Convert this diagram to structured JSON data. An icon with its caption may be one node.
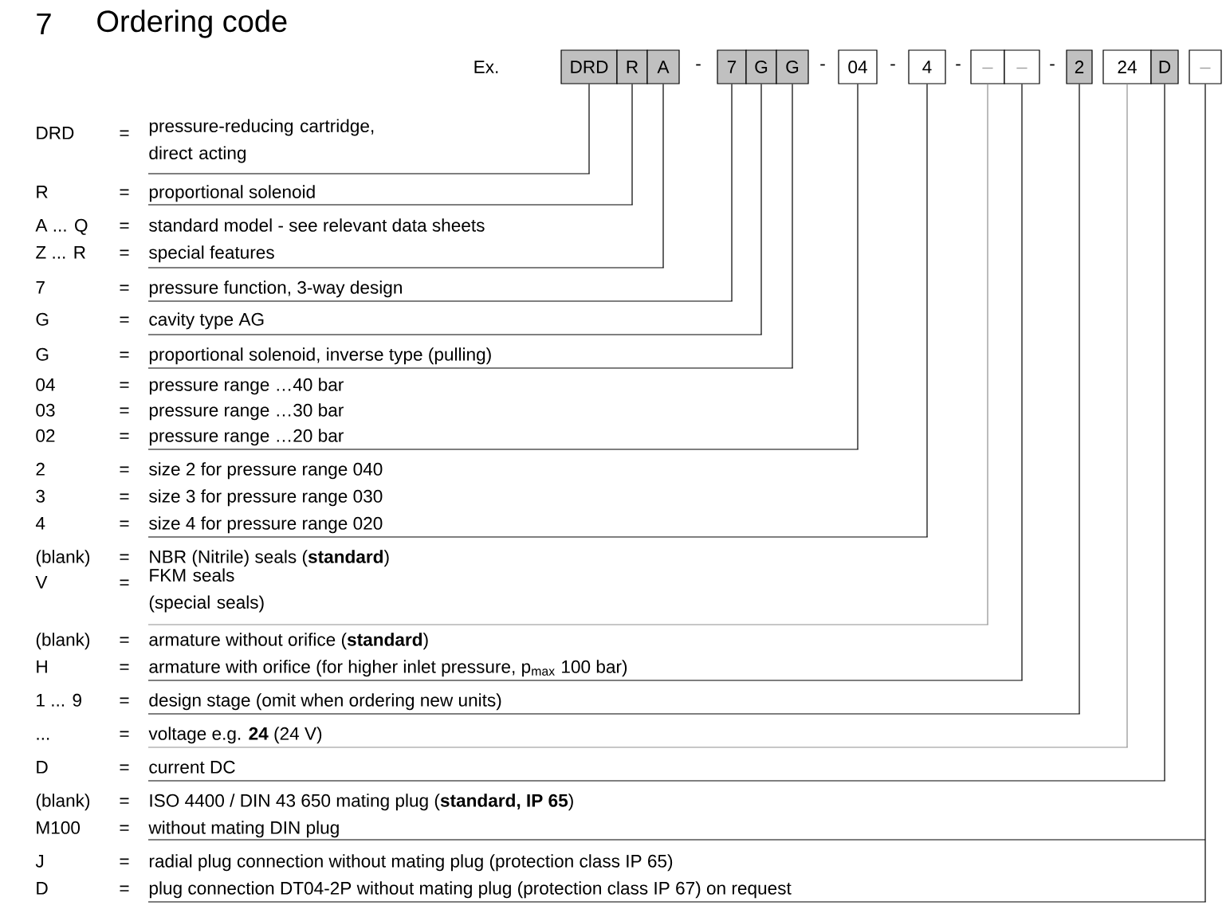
{
  "diagram": {
    "title": "Ordering code",
    "nodes": [
      {
        "text": [
          "DRD"
        ]
      },
      {
        "text": [
          "R"
        ]
      },
      {
        "text": [
          "A"
        ]
      },
      {
        "text": [
          "7"
        ]
      },
      {
        "text": [
          "G"
        ]
      },
      {
        "text": [
          "G"
        ]
      },
      {
        "text": [
          "04"
        ]
      },
      {
        "text": [
          "4"
        ]
      },
      {
        "text": [
          "_"
        ]
      },
      {
        "text": [
          "_"
        ]
      },
      {
        "text": [
          "2"
        ]
      },
      {
        "text": [
          "24"
        ]
      },
      {
        "text": [
          "D"
        ]
      },
      {
        "text": [
          "_"
        ]
      },
      {
        "text": [
          "pressure-reducing cartridge, direct acting"
        ],
        "beside": [
          "DRD",
          "="
        ]
      },
      {
        "text": [
          "proportional solenoid"
        ],
        "beside": [
          "R",
          "="
        ]
      },
      {
        "text": [
          "standard model - see relevant data sheets",
          "special features"
        ],
        "beside": [
          "A ... Q",
          "=",
          "Z ... R",
          "="
        ]
      },
      {
        "text": [
          "pressure function, 3-way design"
        ],
        "beside": [
          "7",
          "="
        ]
      },
      {
        "text": [
          "cavity type AG"
        ],
        "beside": [
          "G",
          "="
        ]
      },
      {
        "text": [
          "proportional solenoid, inverse type (pulling)"
        ],
        "beside": [
          "G",
          "="
        ]
      },
      {
        "text": [
          "pressure range …40 bar",
          "pressure range …30 bar",
          "pressure range …20 bar"
        ],
        "beside": [
          "04",
          "=",
          "03",
          "=",
          "02",
          "="
        ]
      },
      {
        "text": [
          "size 2 for pressure range 040",
          "size 3 for pressure range 030",
          "size 4 for pressure range 020"
        ],
        "beside": [
          "2",
          "=",
          "3",
          "=",
          "4",
          "="
        ]
      },
      {
        "text": [
          "NBR (Nitrile) seals (**standard**)",
          "FKM seals (special seals)"
        ],
        "beside": [
          "(blank)",
          "=",
          "V",
          "="
        ]
      },
      {
        "text": [
          "armature without orifice (**standard**)",
          "armature with orifice (for higher inlet pressure, p$_{max}$ 100 bar)"
        ],
        "beside": [
          "(blank)",
          "=",
          "H",
          "="
        ]
      },
      {
        "text": [
          "design stage (omit when ordering new units)"
        ],
        "beside": [
          "1 ... 9",
          "="
        ]
      },
      {
        "text": [
          "voltage e.g. **24** (24 V)"
        ],
        "beside": [
          "...",
          "="
        ]
      },
      {
        "text": [
          "current DC"
        ],
        "beside": [
          "D",
          "="
        ]
      },
      {
        "text": [
          "ISO 4400 / DIN 43 650 mating plug (**standard, IP 65**)",
          "without mating DIN plug",
          "radial plug connection without mating plug (protection class IP 65)",
          "plug connection DT04-2P without mating plug (protection class IP 67) on request"
        ],
        "beside": [
          "(blank)",
          "=",
          "M100",
          "=",
          "J",
          "=",
          "D",
          "="
        ]
      }
    ],
    "edges": [
      {
        "from": 0,
        "to": 14,
        "arrow": "none"
      },
      {
        "from": 1,
        "to": 15,
        "arrow": "none"
      },
      {
        "from": 2,
        "to": 16,
        "arrow": "none"
      },
      {
        "from": 3,
        "to": 17,
        "arrow": "none"
      },
      {
        "from": 4,
        "to": 18,
        "arrow": "none"
      },
      {
        "from": 5,
        "to": 19,
        "arrow": "none"
      },
      {
        "from": 6,
        "to": 20,
        "arrow": "none"
      },
      {
        "from": 7,
        "to": 21,
        "arrow": "none"
      },
      {
        "from": 8,
        "to": 22,
        "arrow": "none",
        "color": "#909090"
      },
      {
        "from": 9,
        "to": 23,
        "arrow": "none"
      },
      {
        "from": 10,
        "to": 24,
        "arrow": "none"
      },
      {
        "from": 11,
        "to": 25,
        "arrow": "none",
        "color": "#909090"
      },
      {
        "from": 12,
        "to": 26,
        "arrow": "none"
      },
      {
        "from": 13,
        "to": 27,
        "arrow": "none"
      }
    ],
    "labels": [
      "7",
      "Ex.",
      "-",
      "-",
      "-",
      "-",
      "-"
    ]
  }
}
